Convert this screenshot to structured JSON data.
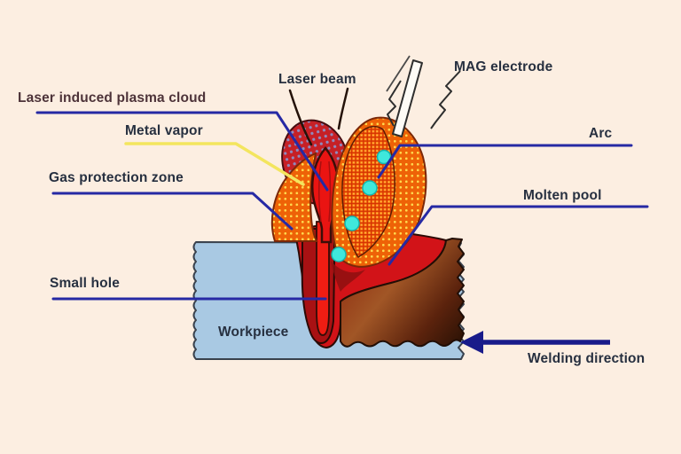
{
  "labels": {
    "laser_beam": "Laser beam",
    "mag_electrode": "MAG electrode",
    "laser_induced_plasma_cloud": "Laser induced plasma cloud",
    "metal_vapor": "Metal vapor",
    "arc": "Arc",
    "gas_protection_zone": "Gas protection zone",
    "molten_pool": "Molten pool",
    "small_hole": "Small hole",
    "workpiece": "Workpiece",
    "welding_direction": "Welding direction"
  },
  "colors": {
    "background": "#fceee1",
    "pointer_line_navy": "#2629a4",
    "pointer_line_yellow": "#f3e55e",
    "welding_arrow_navy": "#191b8a",
    "workpiece_blue": "#a9c9e3",
    "molten_red": "#d21318",
    "keyhole_dark_red": "#a81113",
    "vapor_bright_red": "#ea1412",
    "plasma_cloud_red": "#c62026",
    "plasma_dot_periwinkle": "#8f8cc0",
    "flame_orange": "#ee6207",
    "flame_dot_yellow": "#ffd94e",
    "arc_mesh_red": "#d43103",
    "droplet_cyan": "#3fe8dc",
    "bead_dark_brown": "#261004",
    "label_text": "#273040",
    "plasma_label_text": "#4d3339",
    "electrode_white": "#fdfbf6"
  }
}
